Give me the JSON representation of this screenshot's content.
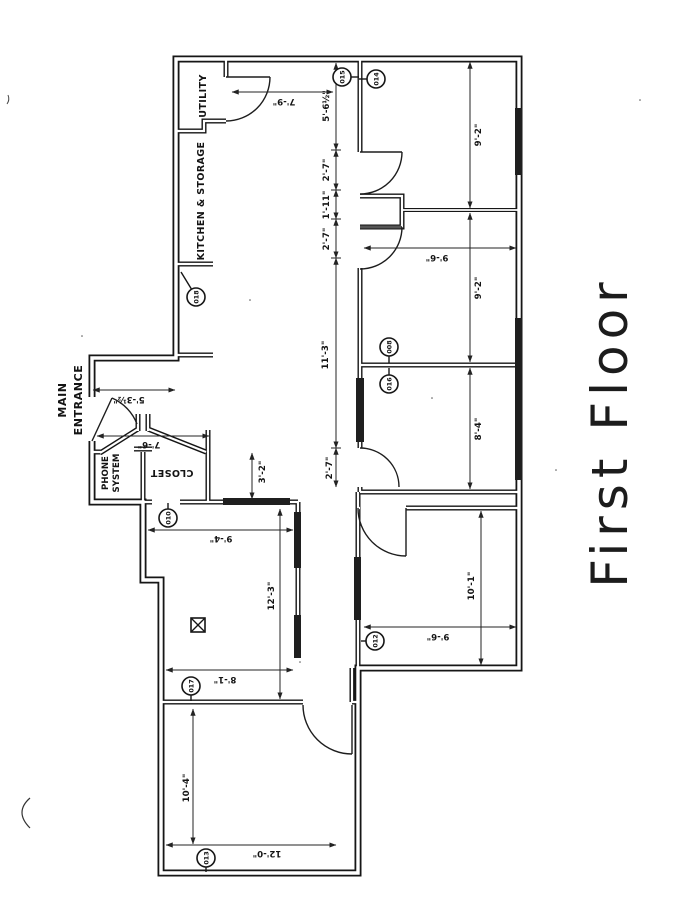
{
  "title": "First Floor",
  "rooms": {
    "utility": "UTILITY",
    "kitchen": "KITCHEN & STORAGE",
    "main_entrance_line1": "MAIN",
    "main_entrance_line2": "ENTRANCE",
    "phone_line1": "PHONE",
    "phone_line2": "SYSTEM",
    "closet": "CLOSET"
  },
  "dims": {
    "d7_9": "7'-9\"",
    "d5_6h": "5'-6½\"",
    "d2_7a": "2'-7\"",
    "d1_11": "1'-11\"",
    "d2_7b": "2'-7\"",
    "d11_3": "11'-3\"",
    "d2_7c": "2'-7\"",
    "d9_2a": "9'-2\"",
    "d9_6a": "9'-6\"",
    "d9_2b": "9'-2\"",
    "d8_4": "8'-4\"",
    "d10_1": "10'-1\"",
    "d9_6b": "9'-6\"",
    "d3_2": "3'-2\"",
    "d9_4": "9'-4\"",
    "d12_3": "12'-3\"",
    "d8_1": "8'-1\"",
    "d10_4": "10'-4\"",
    "d12_0": "12'-0\"",
    "d5_3h": "5'-3½\"",
    "d7_6": "7'-6\""
  },
  "tags": {
    "t015": "015",
    "t014": "014",
    "t018": "018",
    "t008": "008",
    "t016": "016",
    "t010": "010",
    "t017": "017",
    "t013": "013",
    "t012": "012"
  }
}
